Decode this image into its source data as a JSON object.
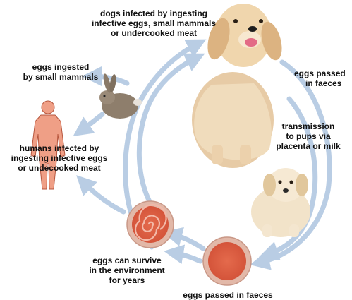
{
  "colors": {
    "arrow": "#b9cde4",
    "egg_outer": "#e2b8a8",
    "egg_inner": "#dd6040",
    "human": "#ef9f86",
    "human_stroke": "#b7563d",
    "dog": "#e7cba6",
    "puppy": "#f2e3c9",
    "rabbit": "#8e7e6c"
  },
  "labels": {
    "dogs_infected": [
      "dogs infected by ingesting",
      "infective eggs, small mammals",
      "or undercooked meat"
    ],
    "eggs_ingested": [
      "eggs ingested",
      "by small mammals"
    ],
    "humans_infected": [
      "humans infected by",
      "ingesting infective eggs",
      "or undecooked meat"
    ],
    "eggs_passed_top": [
      "eggs passed",
      "in faeces"
    ],
    "transmission": [
      "transmission",
      "to pups via",
      "placenta or milk"
    ],
    "eggs_survive": [
      "eggs can survive",
      "in the environment",
      "for years"
    ],
    "eggs_passed_bottom": [
      "eggs passed in faeces"
    ]
  },
  "icons": [
    "dog-image",
    "puppy-image",
    "rabbit-image",
    "human-figure-icon",
    "larval-egg-icon",
    "egg-icon"
  ]
}
